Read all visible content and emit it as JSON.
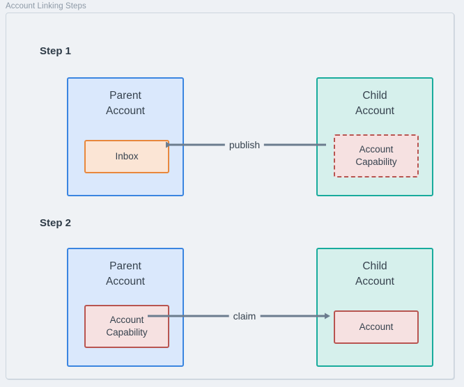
{
  "figure": {
    "caption": "Account Linking Steps",
    "background_color": "#eef1f5",
    "frame_color": "#ccd5de"
  },
  "colors": {
    "parent_fill": "#dae8fc",
    "parent_border": "#3a85e0",
    "child_fill": "#d6f0ec",
    "child_border": "#18ab9c",
    "orange_fill": "#fbe5d5",
    "orange_border": "#e8873c",
    "red_fill": "#f6e1e1",
    "red_border": "#b85450",
    "arrow": "#6b7c8e",
    "text": "#36424e",
    "caption_text": "#8d99a6"
  },
  "steps": [
    {
      "label": "Step 1",
      "parent": {
        "title": "Parent\nAccount",
        "node": {
          "label": "Inbox",
          "style": "orange"
        }
      },
      "child": {
        "title": "Child\nAccount",
        "node": {
          "label": "Account\nCapability",
          "style": "red-dashed"
        }
      },
      "edge": {
        "label": "publish",
        "direction": "left"
      }
    },
    {
      "label": "Step 2",
      "parent": {
        "title": "Parent\nAccount",
        "node": {
          "label": "Account\nCapability",
          "style": "red-solid"
        }
      },
      "child": {
        "title": "Child\nAccount",
        "node": {
          "label": "Account",
          "style": "red-solid"
        }
      },
      "edge": {
        "label": "claim",
        "direction": "right"
      }
    }
  ]
}
